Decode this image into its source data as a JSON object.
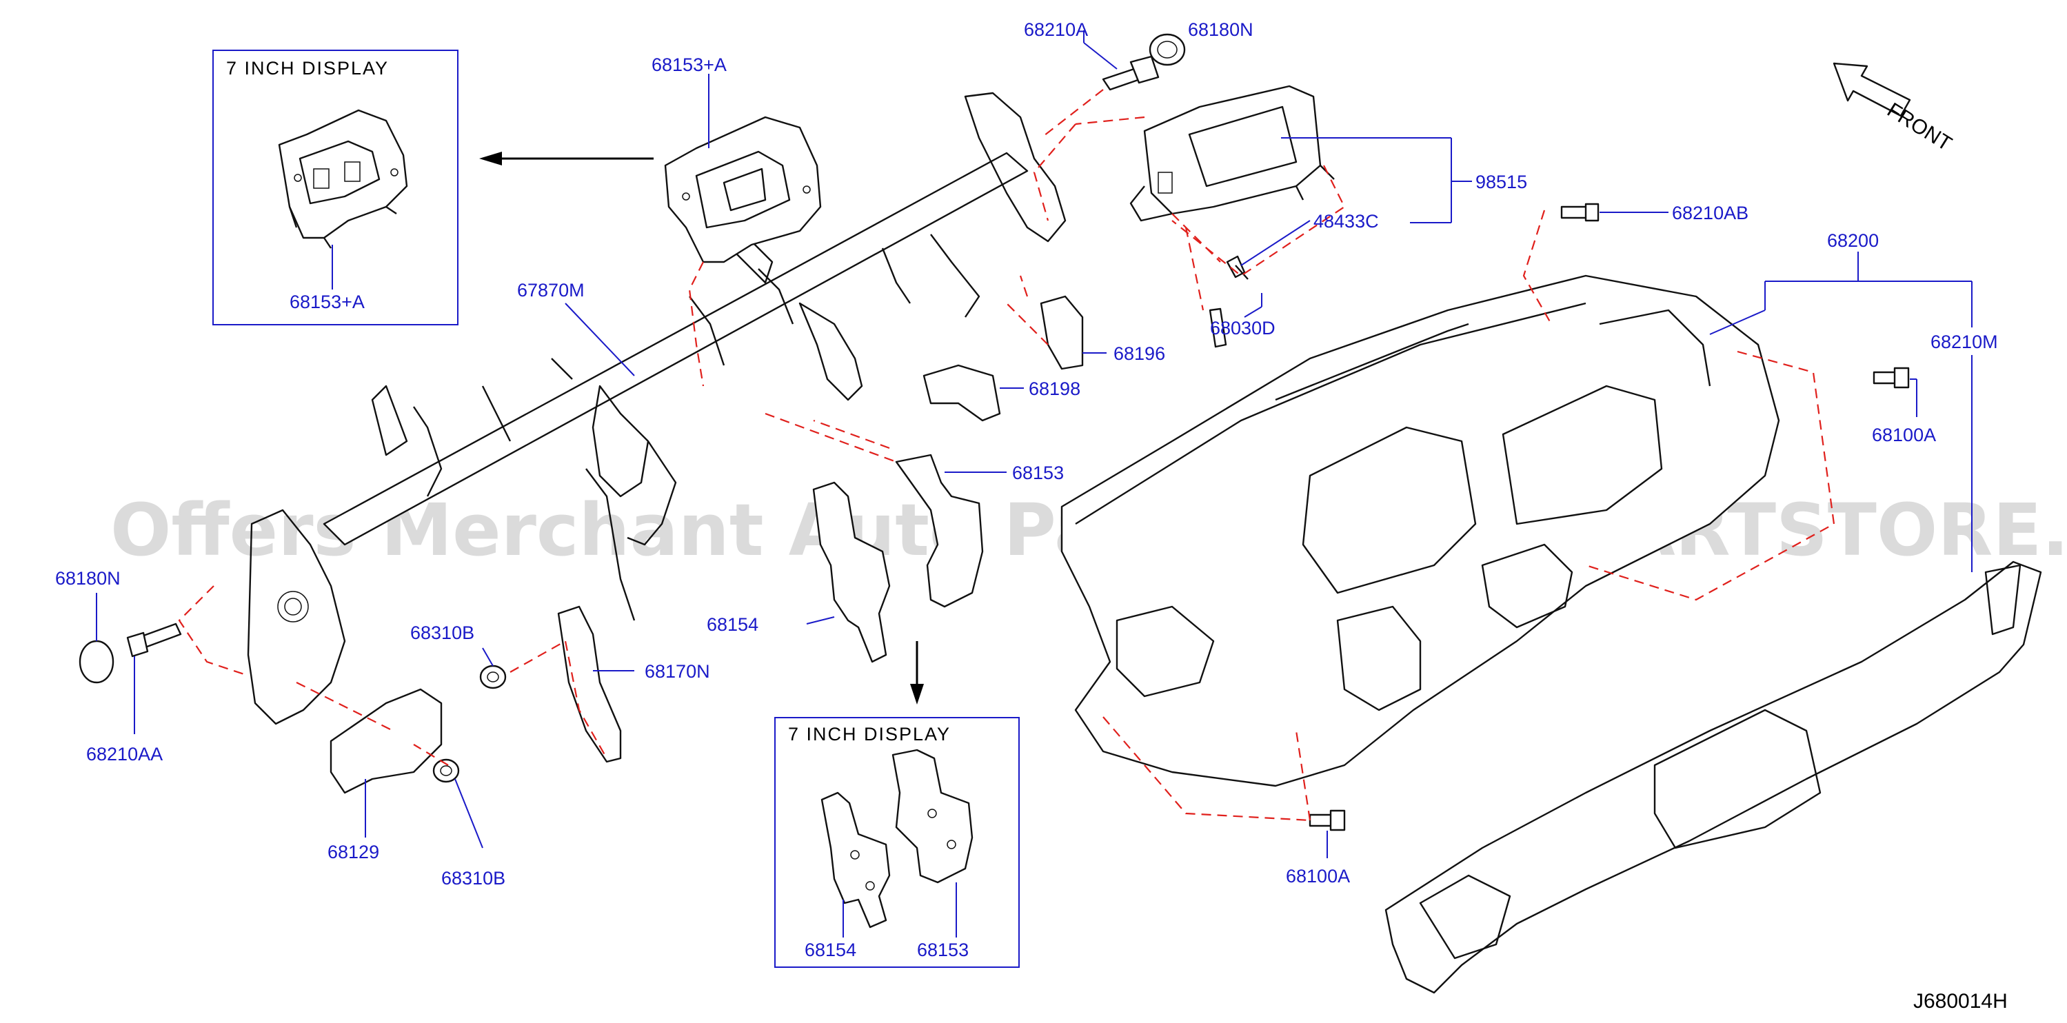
{
  "diagram": {
    "diagram_code": "J680014H",
    "front_label": "FRONT",
    "watermark": "Offers Merchant Auto Parts Catalog PARTSTORE.SA",
    "inset_boxes": {
      "top_title": "7  INCH  DISPLAY",
      "bottom_title": "7  INCH  DISPLAY"
    },
    "labels": {
      "p68153A_main": "68153+A",
      "p68153A_inset": "68153+A",
      "p68210A": "68210A",
      "p68180N_top": "68180N",
      "p98515": "98515",
      "p48433C": "48433C",
      "p68210AB": "68210AB",
      "p68200": "68200",
      "p68210M": "68210M",
      "p67870M": "67870M",
      "p68030D": "68030D",
      "p68196": "68196",
      "p68198": "68198",
      "p68153": "68153",
      "p68154": "68154",
      "p68100A_right": "68100A",
      "p68180N_left": "68180N",
      "p68210AA": "68210AA",
      "p68310B_upper": "68310B",
      "p68170N": "68170N",
      "p68129": "68129",
      "p68310B_lower": "68310B",
      "p68154_inset": "68154",
      "p68153_inset": "68153",
      "p68100A_bottom": "68100A"
    }
  }
}
